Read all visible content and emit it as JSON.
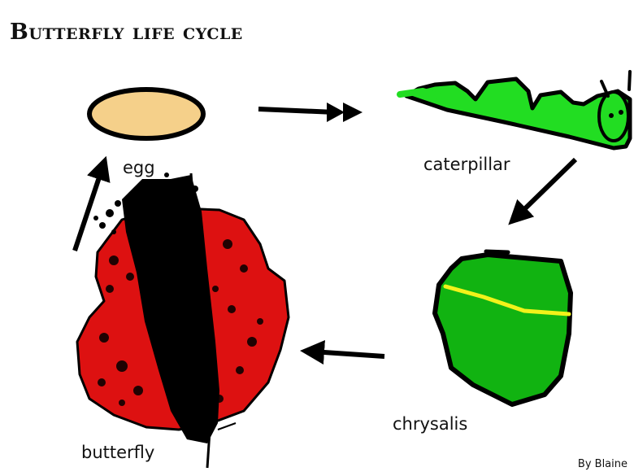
{
  "title": "Butterfly life cycle",
  "stages": {
    "egg": "egg",
    "caterpillar": "caterpillar",
    "chrysalis": "chrysalis",
    "butterfly": "butterfly"
  },
  "credit": "By Blaine",
  "colors": {
    "egg_fill": "#f5d08a",
    "caterpillar_fill": "#22dd22",
    "chrysalis_fill": "#11b311",
    "chrysalis_band": "#f2f21a",
    "butterfly_wing": "#dd1111",
    "outline": "#000000"
  },
  "icons": [
    "egg-icon",
    "caterpillar-icon",
    "chrysalis-icon",
    "butterfly-icon",
    "arrow-icon"
  ]
}
